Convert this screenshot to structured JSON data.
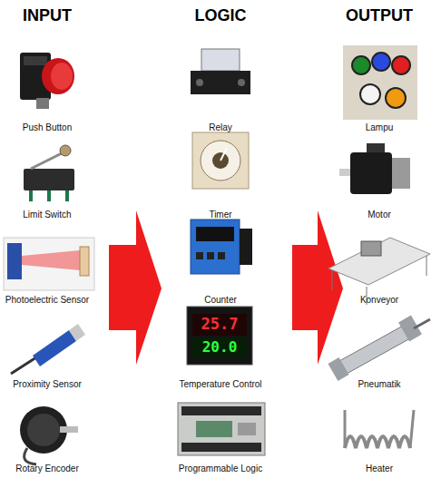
{
  "diagram": {
    "labels": [
      "INPUT",
      "LOGIC",
      "OUTPUT",
      "Push Button",
      "Relay",
      "Lampu",
      "Limit Switch",
      "Timer",
      "Motor",
      "Photoelectric Sensor",
      "Counter",
      "Konveyor",
      "Proximity Sensor",
      "Temperature Control",
      "Pneumatik",
      "Rotary Encoder",
      "Programmable Logic",
      "Heater",
      "25.7",
      "20.0"
    ]
  }
}
